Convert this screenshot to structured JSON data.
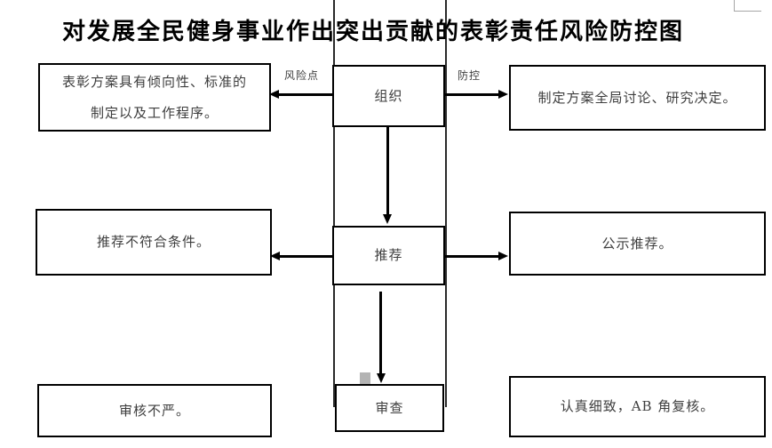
{
  "page": {
    "title": "对发展全民健身事业作出突出贡献的表彰责任风险防控图"
  },
  "column_labels": {
    "risk_point": "风险点",
    "control": "防控"
  },
  "rows": [
    {
      "step": "组织",
      "risk": "表彰方案具有倾向性、标准的\n制定以及工作程序。",
      "control": "制定方案全局讨论、研究决定。"
    },
    {
      "step": "推荐",
      "risk": "推荐不符合条件。",
      "control": "公示推荐。"
    },
    {
      "step": "审查",
      "risk": "审核不严。",
      "control": "认真细致，AB 角复核。"
    }
  ],
  "colors": {
    "line": "#000000",
    "box_border": "#000000",
    "box_text": "#3d3d3d",
    "title_text": "#000000",
    "artifact_gray": "#b3b3b3",
    "bracket_gray": "#a6a6a6"
  }
}
